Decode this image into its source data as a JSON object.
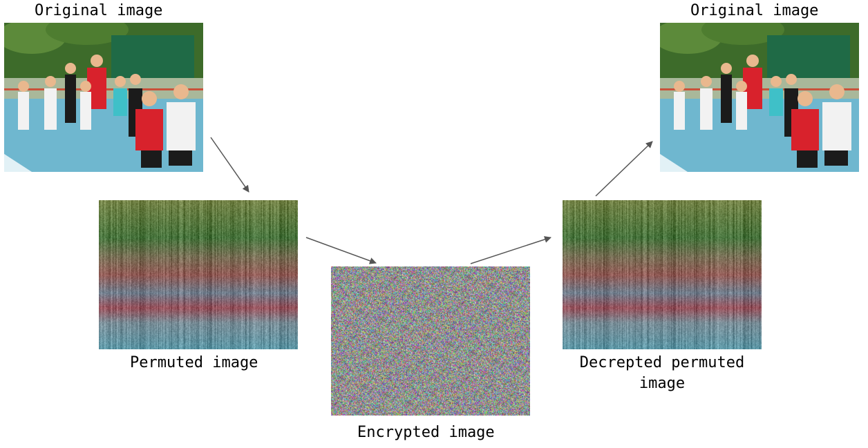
{
  "labels": {
    "original_left": "Original image",
    "original_right": "Original image",
    "permuted": "Permuted image",
    "encrypted": "Encrypted image",
    "decrypted_line1": "Decrepted permuted",
    "decrypted_line2": "image"
  },
  "colors": {
    "arrow": "#555555",
    "sky": "#dfe8d6",
    "trees": "#3d6b2a",
    "court": "#6fb7cf",
    "wall": "#1f6a46",
    "shirt_red": "#d8222c",
    "shirt_white": "#f2f2f2",
    "shorts_black": "#1b1b1b"
  }
}
